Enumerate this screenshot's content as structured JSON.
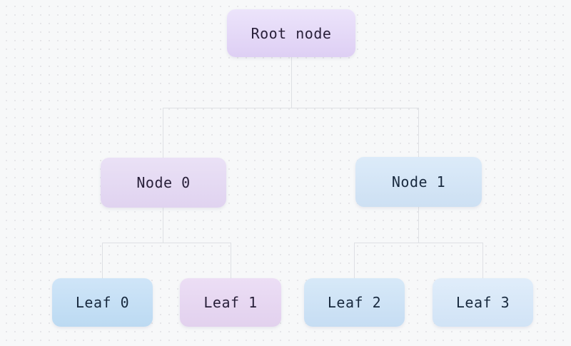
{
  "diagram": {
    "type": "tree",
    "background_color": "#f7f8f9",
    "dot_grid_color": "#e4e4e8",
    "connector_color": "#dee0e4"
  },
  "nodes": {
    "root": {
      "label": "Root node",
      "fill": "#e5d9f8",
      "text_color": "#29203a"
    },
    "node0": {
      "label": "Node 0",
      "fill": "#e5daf3",
      "text_color": "#29203a"
    },
    "node1": {
      "label": "Node 1",
      "fill": "#d5e6f6",
      "text_color": "#18293e"
    },
    "leaf0": {
      "label": "Leaf 0",
      "fill": "#c6e0f5",
      "text_color": "#18293e"
    },
    "leaf1": {
      "label": "Leaf 1",
      "fill": "#e7d8f2",
      "text_color": "#29203a"
    },
    "leaf2": {
      "label": "Leaf 2",
      "fill": "#cfe3f6",
      "text_color": "#18293e"
    },
    "leaf3": {
      "label": "Leaf 3",
      "fill": "#d9e8f8",
      "text_color": "#18293e"
    }
  },
  "edges": [
    {
      "from": "root",
      "to": "node0"
    },
    {
      "from": "root",
      "to": "node1"
    },
    {
      "from": "node0",
      "to": "leaf0"
    },
    {
      "from": "node0",
      "to": "leaf1"
    },
    {
      "from": "node1",
      "to": "leaf2"
    },
    {
      "from": "node1",
      "to": "leaf3"
    }
  ]
}
